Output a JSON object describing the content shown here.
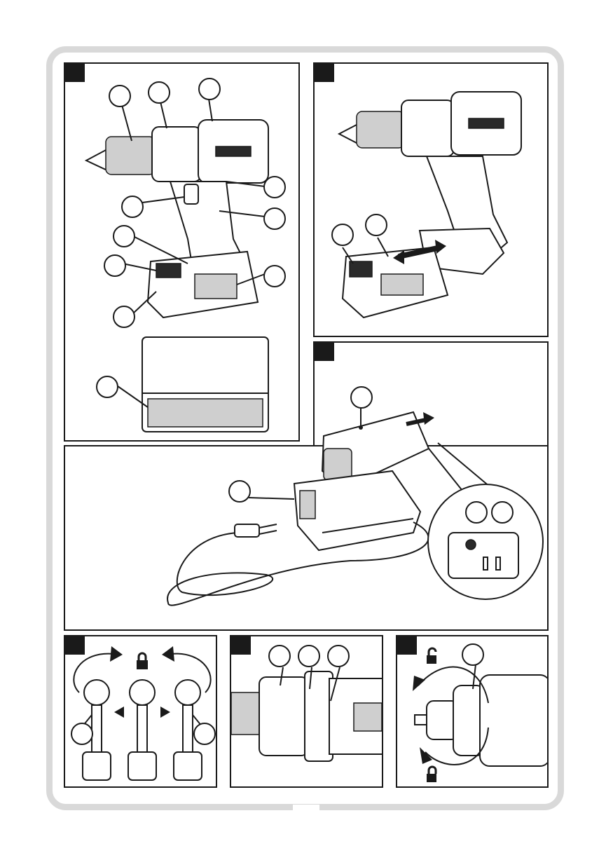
{
  "figure": {
    "panels": [
      {
        "id": "panel-1",
        "contents": "drill-parts-with-case"
      },
      {
        "id": "panel-2",
        "contents": "battery-insertion"
      },
      {
        "id": "panel-3",
        "contents": "battery-charger"
      },
      {
        "id": "panel-4",
        "contents": "direction-switch"
      },
      {
        "id": "panel-5",
        "contents": "torque-and-gear-selector"
      },
      {
        "id": "panel-6",
        "contents": "keyless-chuck-lock-unlock"
      }
    ],
    "icons": [
      "lock-icon",
      "unlock-icon",
      "arrow-icon",
      "power-plug-icon"
    ],
    "colors": {
      "line": "#1a1a1a",
      "frame": "#d9d9d9",
      "tag": "#1a1a1a"
    }
  }
}
